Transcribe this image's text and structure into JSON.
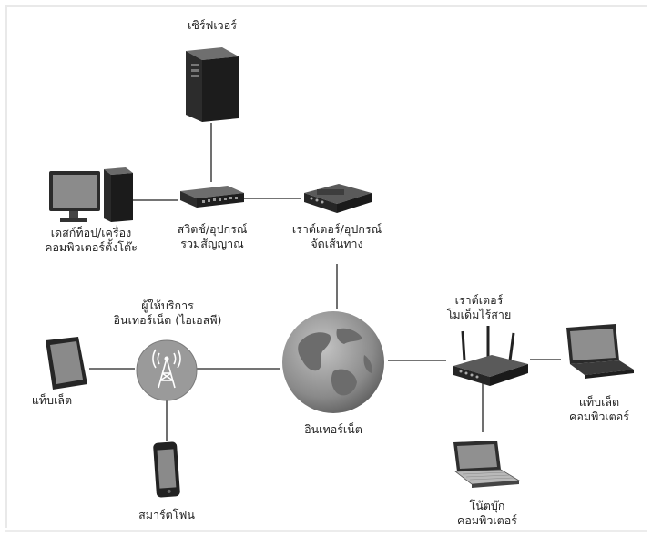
{
  "nodes": {
    "server": {
      "label": [
        "เซิร์ฟเวอร์"
      ]
    },
    "desktop": {
      "label": [
        "เดสก์ท็อป/เครื่อง",
        "คอมพิวเตอร์ตั้งโต๊ะ"
      ]
    },
    "switch": {
      "label": [
        "สวิตช์/อุปกรณ์",
        "รวมสัญญาณ"
      ]
    },
    "router": {
      "label": [
        "เราต์เตอร์/อุปกรณ์",
        "จัดเส้นทาง"
      ]
    },
    "isp": {
      "label": [
        "ผู้ให้บริการ",
        "อินเทอร์เน็ต (ไอเอสพี)"
      ]
    },
    "internet": {
      "label": [
        "อินเทอร์เน็ต"
      ]
    },
    "wireless_router": {
      "label": [
        "เราต์เตอร์",
        "โมเด็มไร้สาย"
      ]
    },
    "tablet_left": {
      "label": [
        "แท็บเล็ต"
      ]
    },
    "tablet_right": {
      "label": [
        "แท็บเล็ต",
        "คอมพิวเตอร์"
      ]
    },
    "smartphone": {
      "label": [
        "สมาร์ตโฟน"
      ]
    },
    "notebook": {
      "label": [
        "โน้ตบุ๊ก",
        "คอมพิวเตอร์"
      ]
    }
  },
  "colors": {
    "line": "#222222",
    "device_dark": "#3a3a3a",
    "globe": "#8f8f8f"
  }
}
